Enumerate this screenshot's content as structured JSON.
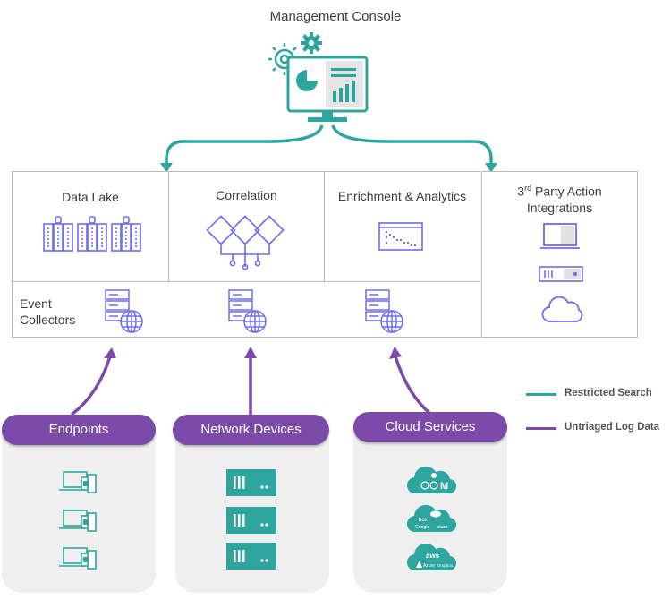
{
  "console": {
    "title": "Management Console"
  },
  "modules": {
    "data_lake": "Data Lake",
    "correlation": "Correlation",
    "enrichment": "Enrichment & Analytics",
    "third_party_sup": "rd",
    "third_party_line1_pre": "3",
    "third_party_line1_post": " Party Action",
    "third_party_line2": "Integrations",
    "event_collectors_line1": "Event",
    "event_collectors_line2": "Collectors"
  },
  "sources": {
    "endpoints": "Endpoints",
    "network_devices": "Network Devices",
    "cloud_services": "Cloud Services"
  },
  "cloud_logos": {
    "cloud1": "M",
    "cloud2": [
      "box",
      "Google",
      "slack"
    ],
    "cloud3": [
      "aws",
      "Azure",
      "Dropbox"
    ]
  },
  "legend": {
    "restricted": "Restricted Search",
    "untriaged": "Untriaged Log Data"
  },
  "colors": {
    "teal": "#2fa5a0",
    "purple": "#7c4aa8",
    "blue_icon": "#6d6cf0",
    "box_border": "#b9b9b9",
    "panel_bg": "#efefef"
  }
}
